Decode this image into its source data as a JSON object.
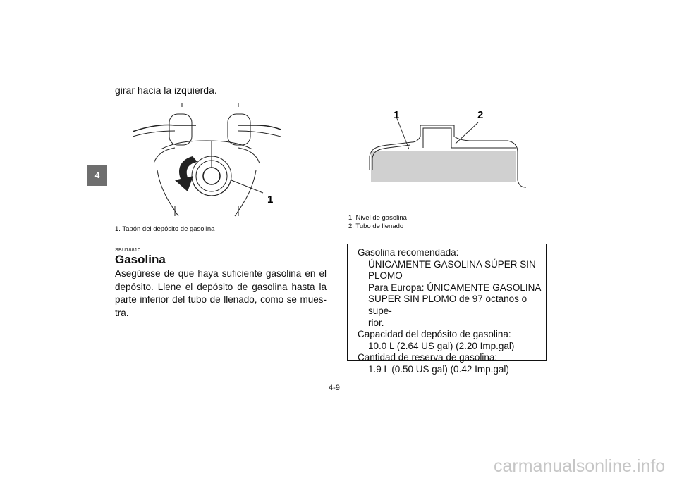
{
  "section_tab": "4",
  "intro_text": "girar hacia la izquierda.",
  "figure1": {
    "callout": "1",
    "captions": [
      "1. Tapón del depósito de gasolina"
    ]
  },
  "section": {
    "code": "SBU18810",
    "title": "Gasolina",
    "body": "Asegúrese de que haya suficiente gasolina en el depósito. Llene el depósito de gasolina hasta la parte inferior del tubo de llenado, como se mues-tra."
  },
  "figure2": {
    "callout_1": "1",
    "callout_2": "2",
    "captions": [
      "1. Nivel de gasolina",
      "2. Tubo de llenado"
    ]
  },
  "fuel_box": {
    "line1": "Gasolina recomendada:",
    "line2": "ÚNICAMENTE GASOLINA SÚPER SIN",
    "line3": "PLOMO",
    "line4": "Para Europa: ÚNICAMENTE GASOLINA",
    "line5": "SUPER SIN PLOMO de 97 octanos o supe-",
    "line6": "rior.",
    "line7": "Capacidad del depósito de gasolina:",
    "line8": "10.0 L (2.64 US gal) (2.20 Imp.gal)",
    "line9": "Cantidad de reserva de gasolina:",
    "line10": "1.9 L (0.50 US gal) (0.42 Imp.gal)"
  },
  "page_number": "4-9",
  "watermark": "carmanualsonline.info"
}
